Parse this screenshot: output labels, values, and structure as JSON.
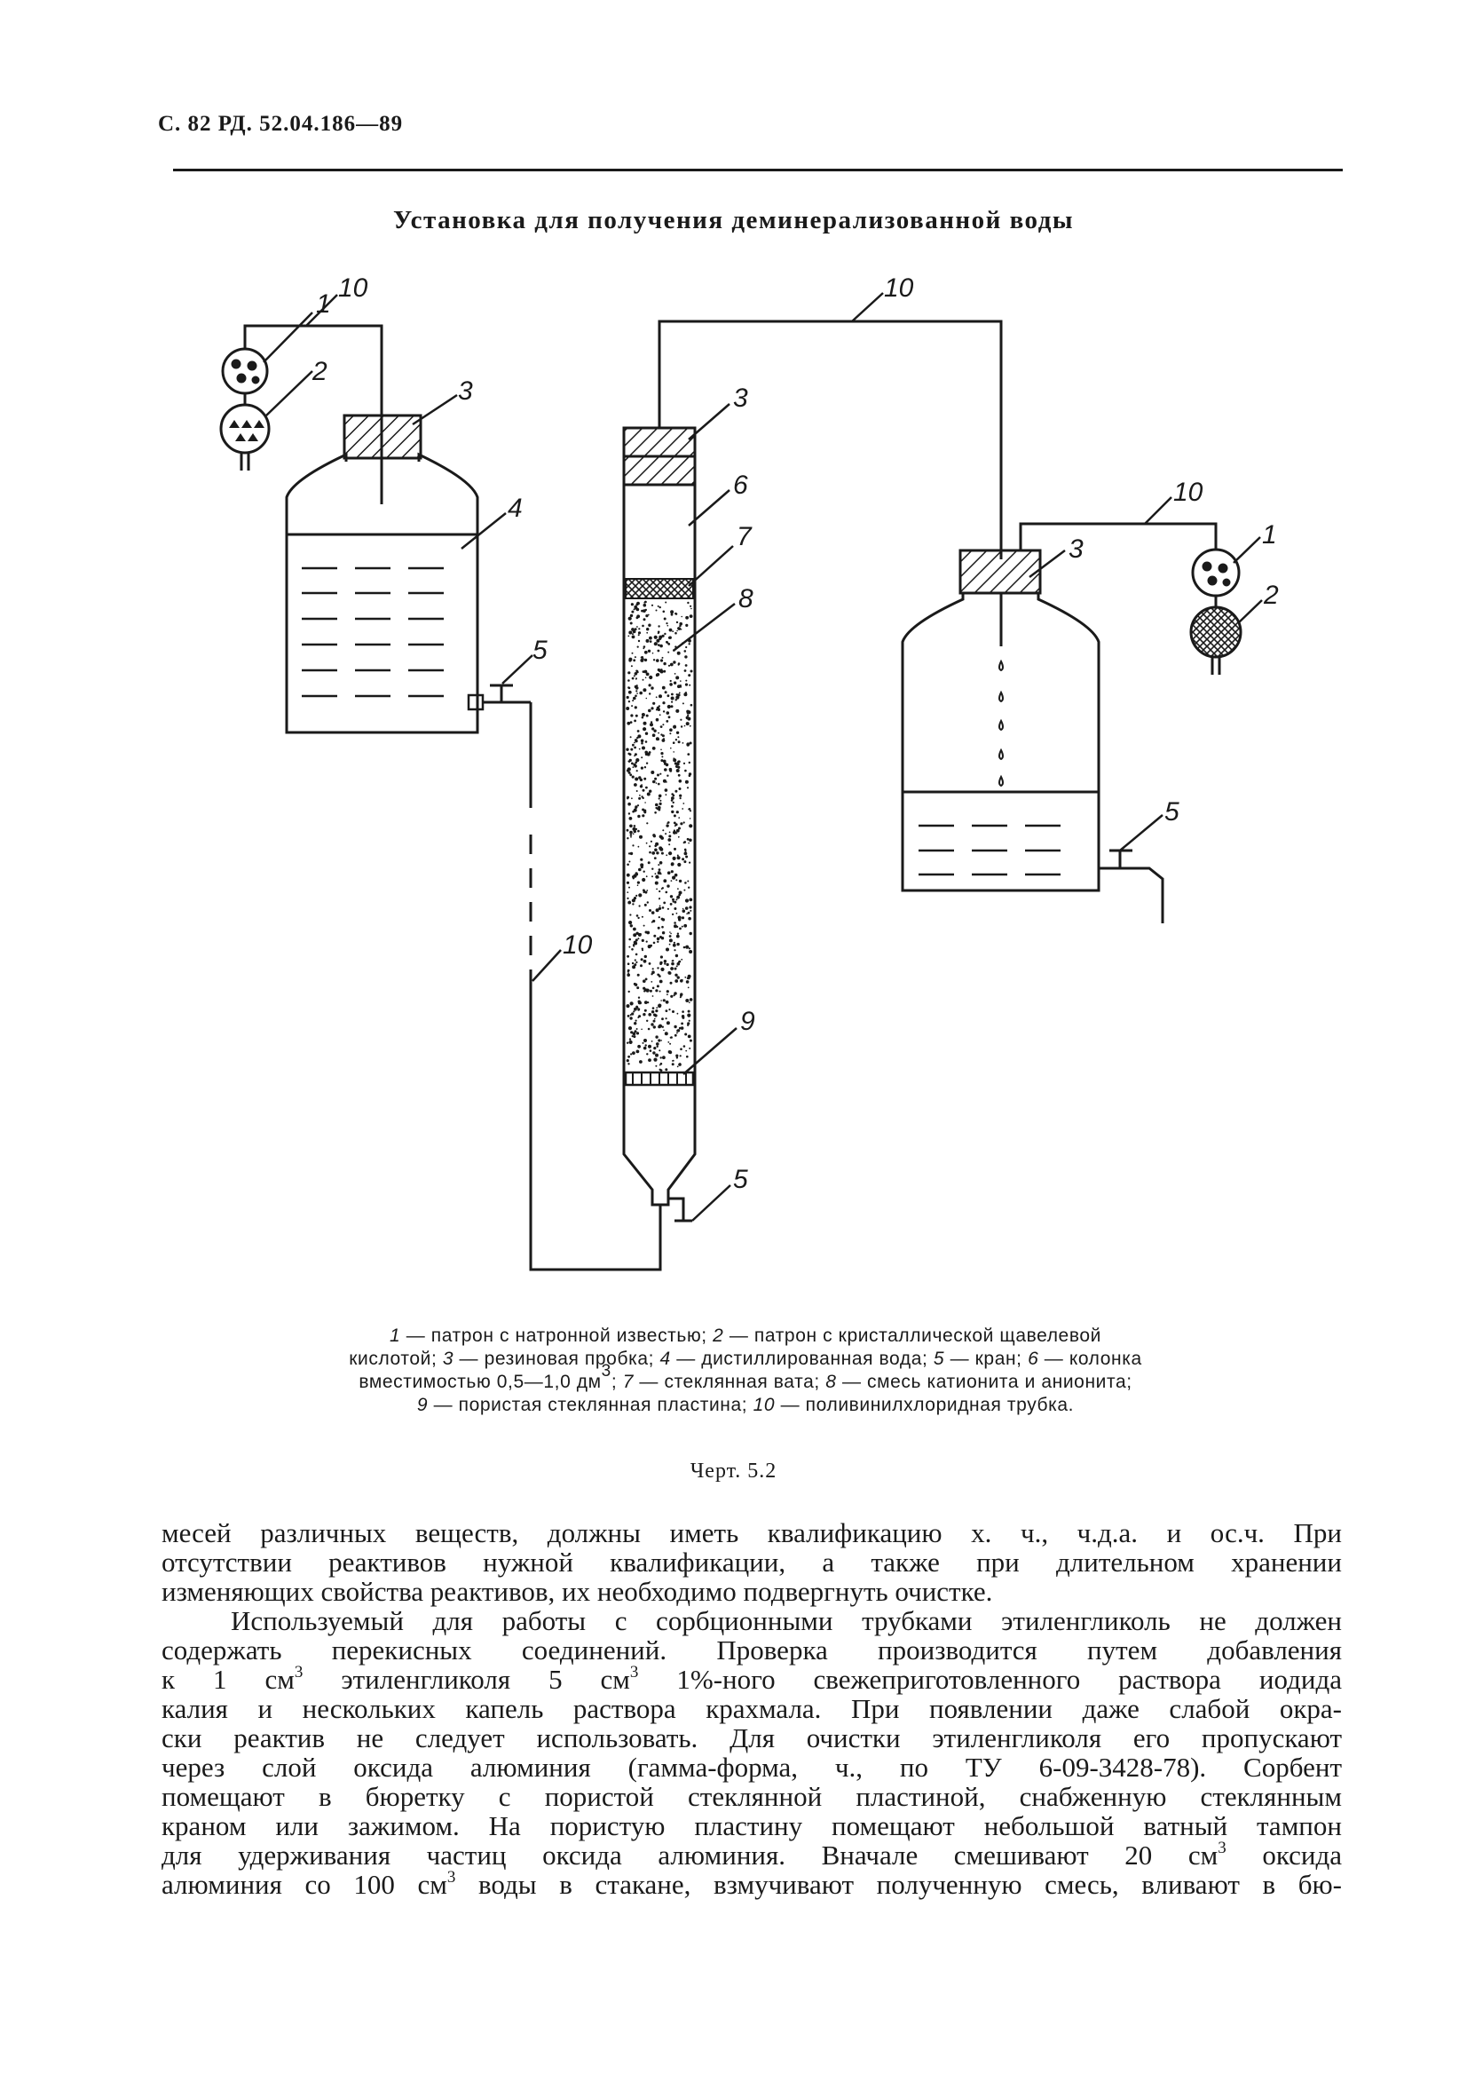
{
  "header": {
    "text": "С. 82 РД. 52.04.186—89"
  },
  "figure": {
    "title": "Установка для получения деминерализованной воды",
    "callouts": {
      "tube_left": "10",
      "cartridge_1": "1",
      "cartridge_2": "2",
      "stopper_left": "3",
      "water_left": "4",
      "tap_left": "5",
      "tube_mid": "10",
      "stopper_col": "3",
      "column": "6",
      "glass_wool": "7",
      "resin": "8",
      "plate": "9",
      "tap_col": "5",
      "tube_top": "10",
      "tube_right": "10",
      "cartridge_r1": "1",
      "cartridge_r2": "2",
      "stopper_right": "3",
      "tap_right": "5"
    },
    "legend": [
      [
        [
          "1",
          " — патрон с натронной известью; "
        ],
        [
          "2",
          " — патрон с кристаллической щавелевой"
        ]
      ],
      [
        [
          "",
          "кислотой; "
        ],
        [
          "3",
          " — резиновая пробка; "
        ],
        [
          "4",
          " — дистиллированная вода; "
        ],
        [
          "5",
          " — кран; "
        ],
        [
          "6",
          " — колонка"
        ]
      ],
      [
        [
          "",
          "вместимостью 0,5—1,0 дм"
        ],
        [
          "",
          "3",
          "sup"
        ],
        [
          "",
          "; "
        ],
        [
          "7",
          " — стеклянная вата; "
        ],
        [
          "8",
          " — смесь катионита и анионита;"
        ]
      ],
      [
        [
          "9",
          " — пористая стеклянная пластина; "
        ],
        [
          "10",
          " — поливинилхлоридная трубка."
        ]
      ]
    ],
    "caption": "Черт. 5.2"
  },
  "body": [
    {
      "indent": false,
      "parts": [
        [
          "месей различных веществ, должны иметь квалификацию х. ч., ч.д.а. и ос.ч. При"
        ]
      ]
    },
    {
      "indent": false,
      "parts": [
        [
          "отсутствии реактивов нужной квалификации, а также при длительном хранении"
        ]
      ]
    },
    {
      "indent": false,
      "last": true,
      "parts": [
        [
          "изменяющих свойства реактивов, их необходимо подвергнуть очистке."
        ]
      ]
    },
    {
      "indent": true,
      "parts": [
        [
          "Используемый для работы с сорбционными трубками этиленгликоль не должен"
        ]
      ]
    },
    {
      "indent": false,
      "parts": [
        [
          "содержать перекисных соединений. Проверка производится путем добавления"
        ]
      ]
    },
    {
      "indent": false,
      "parts": [
        [
          "к 1 см"
        ],
        [
          "3",
          "sup"
        ],
        [
          " этиленгликоля 5 см"
        ],
        [
          "3",
          "sup"
        ],
        [
          " 1%-ного свежеприготовленного раствора иодида"
        ]
      ]
    },
    {
      "indent": false,
      "parts": [
        [
          "калия и нескольких капель раствора крахмала. При появлении даже слабой окра-"
        ]
      ]
    },
    {
      "indent": false,
      "parts": [
        [
          "ски реактив не следует использовать. Для очистки этиленгликоля его пропускают"
        ]
      ]
    },
    {
      "indent": false,
      "parts": [
        [
          "через слой оксида алюминия (гамма-форма, ч., по ТУ 6-09-3428-78). Сорбент"
        ]
      ]
    },
    {
      "indent": false,
      "parts": [
        [
          "помещают в бюретку с пористой стеклянной пластиной, снабженную стеклянным"
        ]
      ]
    },
    {
      "indent": false,
      "parts": [
        [
          "краном или зажимом. На пористую пластину помещают небольшой ватный тампон"
        ]
      ]
    },
    {
      "indent": false,
      "parts": [
        [
          "для удерживания частиц оксида алюминия. Вначале смешивают 20 см"
        ],
        [
          "3",
          "sup"
        ],
        [
          " оксида"
        ]
      ]
    },
    {
      "indent": false,
      "parts": [
        [
          "алюминия со 100 см"
        ],
        [
          "3",
          "sup"
        ],
        [
          " воды в стакане, взмучивают полученную смесь, вливают в бю-"
        ]
      ]
    }
  ]
}
